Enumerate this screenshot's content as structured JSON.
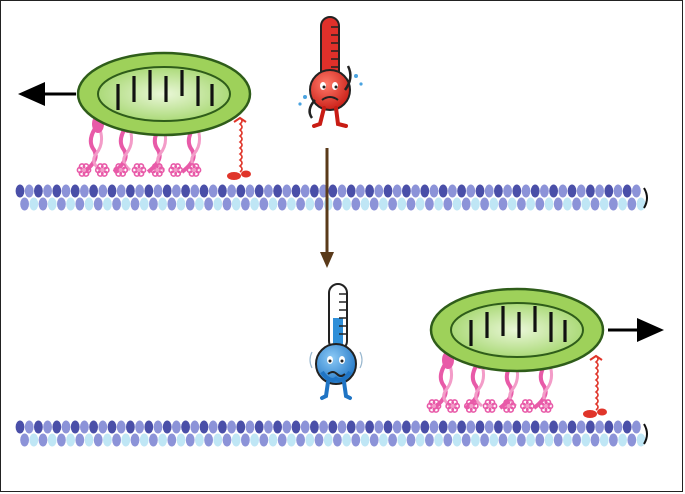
{
  "figure": {
    "description_free": true,
    "colors": {
      "microtubule_dark": "#4a4fa8",
      "microtubule_mid": "#8c93d8",
      "microtubule_light": "#bfe6f5",
      "organelle_outer": "#9ed15a",
      "organelle_inner": "#c8e8a0",
      "organelle_outline": "#2f5d1a",
      "crista": "#111111",
      "motor_pink": "#e85aa8",
      "motor_pink_light": "#f39cc8",
      "dynein_red": "#e0352a",
      "hot_thermometer": "#e0302a",
      "cold_thermometer": "#2f8fd8",
      "transition_arrow": "#5a3a1a",
      "direction_arrow": "#000000"
    },
    "icons": {
      "hot": "hot-thermometer-icon",
      "cold": "cold-thermometer-icon"
    },
    "panels": [
      {
        "name": "warm-transport",
        "movement_direction": "left"
      },
      {
        "name": "cold-transport",
        "movement_direction": "right"
      }
    ]
  }
}
